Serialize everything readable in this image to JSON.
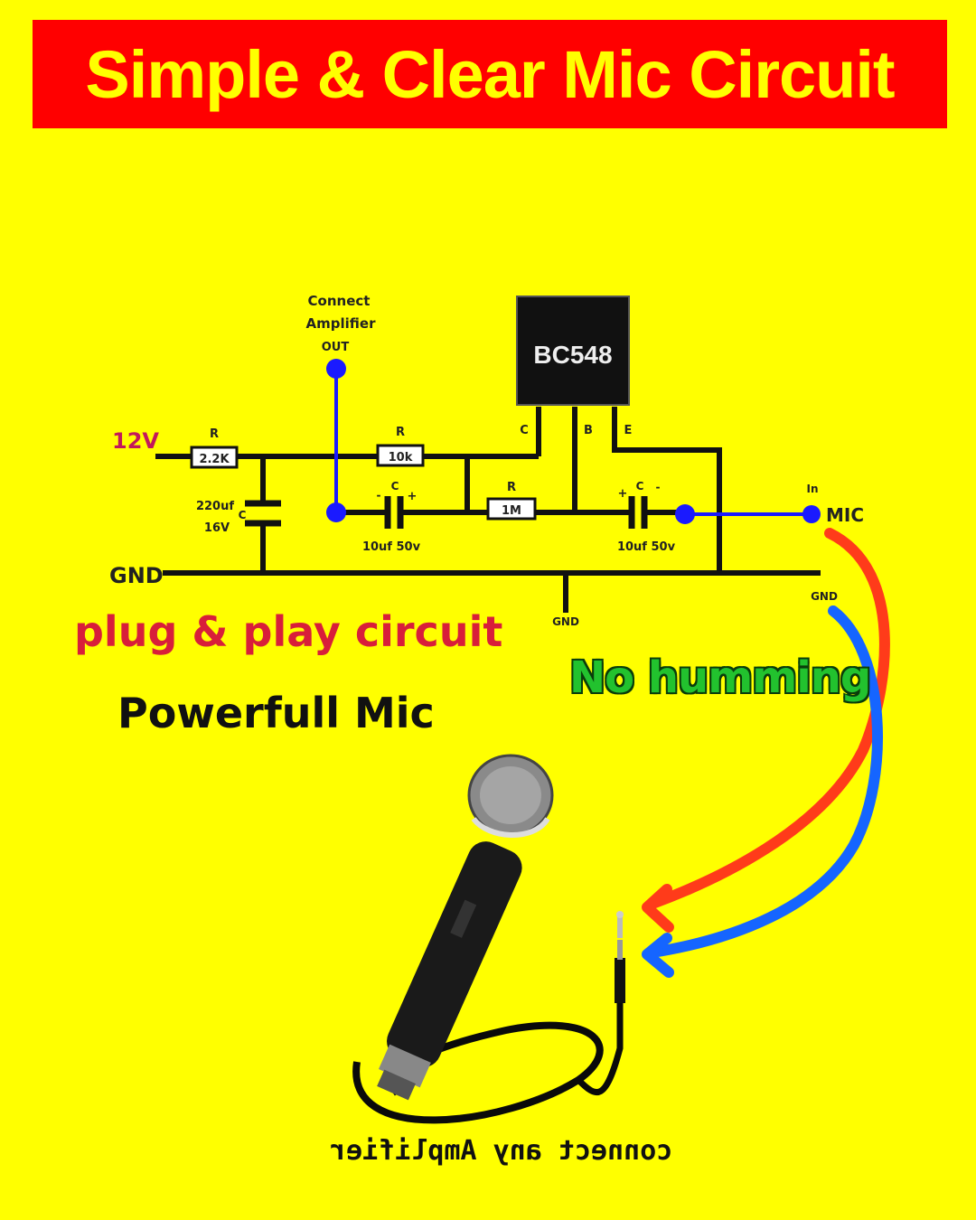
{
  "title": "Simple & Clear Mic Circuit",
  "labels": {
    "v12": "12V",
    "gnd_left": "GND",
    "gnd_bottom": "GND",
    "gnd_right": "GND",
    "connect": "Connect",
    "amplifier": "Amplifier",
    "out": "OUT",
    "transistor": "BC548",
    "pin_c": "C",
    "pin_b": "B",
    "pin_e": "E",
    "r1_name": "R",
    "r1_value": "2.2K",
    "r2_name": "R",
    "r2_value": "10k",
    "r3_name": "R",
    "r3_value": "1M",
    "c1_value": "220uf",
    "c1_voltage": "16V",
    "c1_name": "C",
    "c2_name": "C",
    "c2_value": "10uf 50v",
    "c3_name": "C",
    "c3_value": "10uf 50v",
    "in": "In",
    "mic": "MIC",
    "plus": "+",
    "minus": "-"
  },
  "captions": {
    "plug_play": "plug & play circuit",
    "powerful": "Powerfull Mic",
    "no_humming": "No humming",
    "connect_amp": "connect any Amplifier"
  },
  "colors": {
    "banner_bg": "#ff0000",
    "banner_text": "#ffff00",
    "background": "#ffff00",
    "wire": "#111111",
    "signal_wire": "#1a1aff",
    "red_arrow": "#ff3b1a",
    "blue_arrow": "#1565ff"
  }
}
